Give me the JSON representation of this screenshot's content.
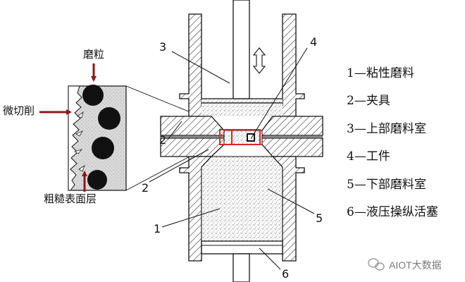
{
  "diagram": {
    "part_numbers": [
      "1",
      "2",
      "2",
      "3",
      "4",
      "5",
      "6"
    ],
    "inset_labels": {
      "abrasive_grain": "磨粒",
      "micro_cutting": "微切削",
      "rough_surface": "粗糙表面层"
    },
    "legend": [
      "1—粘性磨料",
      "2—夹具",
      "3—上部磨料室",
      "4—工件",
      "5—下部磨料室",
      "6—液压操纵活塞"
    ],
    "watermark": "AIOT大数据"
  },
  "colors": {
    "ink": "#111111",
    "highlight": "#d7262b",
    "arrow": "#8b1a1a",
    "inset_fill": "#d8d8d8",
    "grain": "#111111"
  }
}
